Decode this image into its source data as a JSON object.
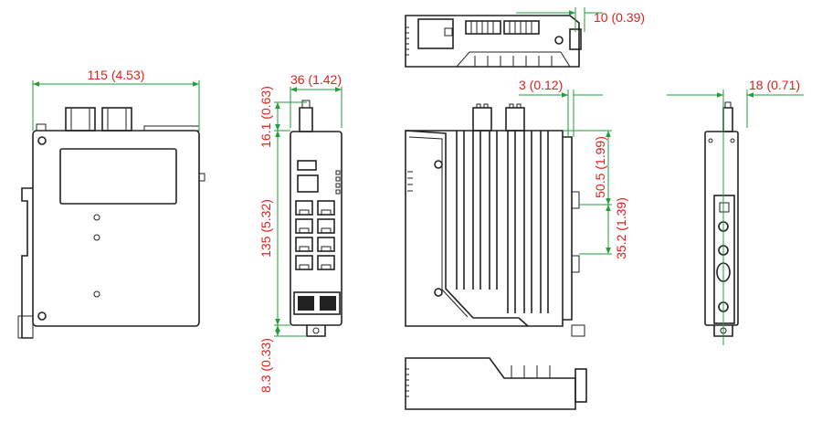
{
  "colors": {
    "dimension_line": "#1f9e3a",
    "dimension_text": "#e0201c",
    "outline": "#222222"
  },
  "dimensions": {
    "front_width": "115 (4.53)",
    "side_depth": "36 (1.42)",
    "top_clearance": "16.1 (0.63)",
    "height": "135 (5.32)",
    "bottom_clearance": "8.3 (0.33)",
    "top_view_offset": "10 (0.39)",
    "rear_offset": "3 (0.12)",
    "rear_upper": "50.5 (1.99)",
    "rear_lower": "35.2 (1.39)",
    "right_side": "18 (0.71)"
  },
  "views": [
    "front-view",
    "port-side-view",
    "top-view",
    "rear-view",
    "right-side-view",
    "bottom-view"
  ]
}
